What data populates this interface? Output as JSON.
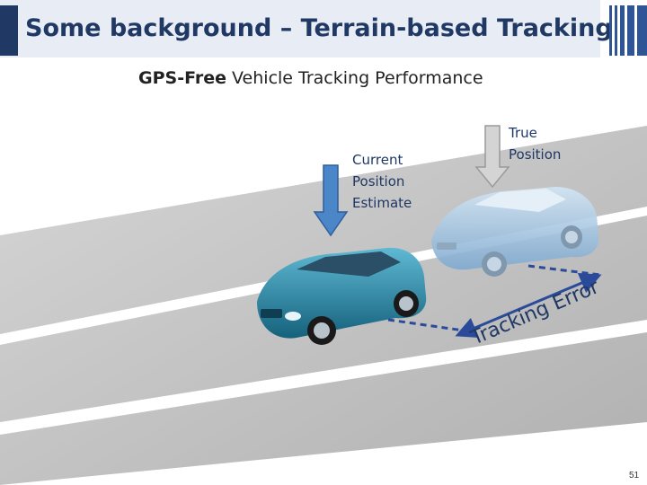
{
  "slide": {
    "title": "Some background – Terrain-based Tracking",
    "subtitle_bold": "GPS-Free",
    "subtitle_rest": " Vehicle Tracking Performance",
    "page_number": "51"
  },
  "labels": {
    "current": "Current\nPosition\nEstimate",
    "true_pos": "True\nPosition",
    "tracking_error": "Tracking Error"
  },
  "colors": {
    "title_text": "#1f3864",
    "title_band": "#e8ecf4",
    "road": "#bdbdbd",
    "car_estimate": "#1e7fa0",
    "car_true": "#9ec4e2",
    "arrow_estimate": "#4a86c8",
    "arrow_true": "#cfcfcf",
    "error_line": "#2b4b9a"
  },
  "icons": {
    "arrow_estimate": "down-arrow-icon",
    "arrow_true": "down-arrow-icon"
  }
}
